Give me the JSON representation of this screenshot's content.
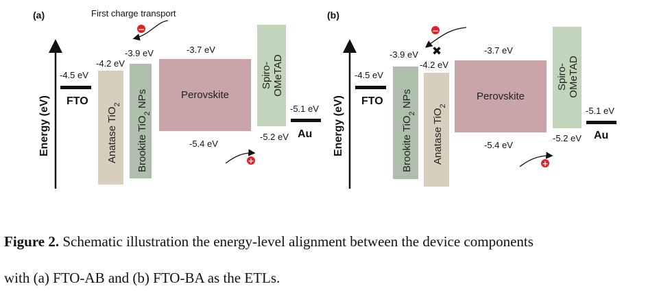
{
  "panel_a": {
    "tag": "(a)",
    "header": "First charge transport",
    "energy_axis": "Energy (eV)",
    "fto": {
      "name": "FTO",
      "level": "-4.5 eV"
    },
    "anatase": {
      "name": "Anatase TiO",
      "sub": "2",
      "level": "-4.2 eV"
    },
    "brookite": {
      "name": "Brookite TiO",
      "sub": "2",
      "suffix": " NPs",
      "level": "-3.9 eV"
    },
    "perovskite": {
      "name": "Perovskite",
      "lumo": "-3.7 eV",
      "homo": "-5.4 eV"
    },
    "spiro": {
      "line1": "Spiro-",
      "line2": "OMeTAD",
      "homo": "-5.2 eV"
    },
    "au": {
      "name": "Au",
      "level": "-5.1 eV"
    },
    "electron": "−",
    "hole": "+"
  },
  "panel_b": {
    "tag": "(b)",
    "energy_axis": "Energy (eV)",
    "fto": {
      "name": "FTO",
      "level": "-4.5 eV"
    },
    "brookite": {
      "name": "Brookite TiO",
      "sub": "2",
      "suffix": " NPs",
      "level": "-3.9 eV"
    },
    "anatase": {
      "name": "Anatase TiO",
      "sub": "2",
      "level": "-4.2 eV"
    },
    "perovskite": {
      "name": "Perovskite",
      "lumo": "-3.7 eV",
      "homo": "-5.4 eV"
    },
    "spiro": {
      "line1": "Spiro-",
      "line2": "OMeTAD",
      "homo": "-5.2 eV"
    },
    "au": {
      "name": "Au",
      "level": "-5.1 eV"
    },
    "blocked_mark": "✖",
    "electron": "−",
    "hole": "+"
  },
  "caption": {
    "label": "Figure 2.",
    "line1": " Schematic illustration the energy-level alignment between the device components",
    "line2": "with (a) FTO-AB and (b) FTO-BA as the ETLs."
  },
  "colors": {
    "anatase": "#d8cebe",
    "brookite": "#aebfac",
    "perovskite": "#c9a4a8",
    "spiro": "#c3d4bd",
    "charge": "#e32127"
  }
}
